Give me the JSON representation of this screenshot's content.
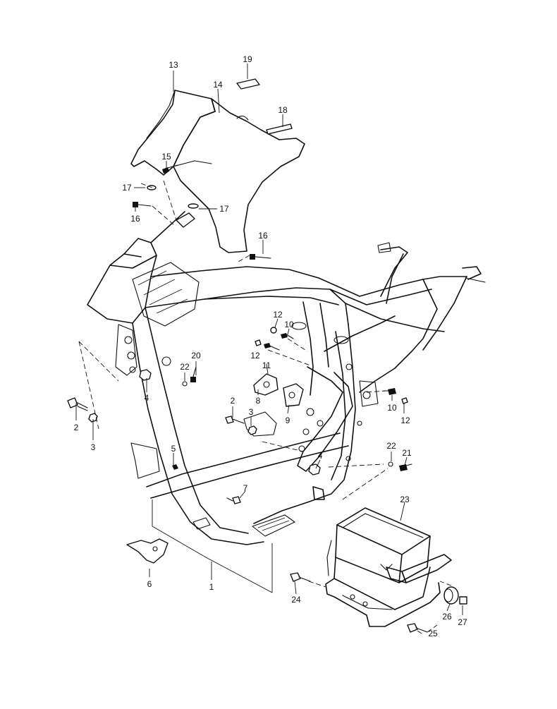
{
  "labels": [
    {
      "id": "1",
      "text": "1"
    },
    {
      "id": "2a",
      "text": "2"
    },
    {
      "id": "2b",
      "text": "2"
    },
    {
      "id": "3a",
      "text": "3"
    },
    {
      "id": "3b",
      "text": "3"
    },
    {
      "id": "4a",
      "text": "4"
    },
    {
      "id": "4b",
      "text": "4"
    },
    {
      "id": "5",
      "text": "5"
    },
    {
      "id": "6",
      "text": "6"
    },
    {
      "id": "7",
      "text": "7"
    },
    {
      "id": "8",
      "text": "8"
    },
    {
      "id": "9",
      "text": "9"
    },
    {
      "id": "10a",
      "text": "10"
    },
    {
      "id": "10b",
      "text": "10"
    },
    {
      "id": "11",
      "text": "11"
    },
    {
      "id": "12a",
      "text": "12"
    },
    {
      "id": "12b",
      "text": "12"
    },
    {
      "id": "12c",
      "text": "12"
    },
    {
      "id": "13",
      "text": "13"
    },
    {
      "id": "14",
      "text": "14"
    },
    {
      "id": "15",
      "text": "15"
    },
    {
      "id": "16a",
      "text": "16"
    },
    {
      "id": "16b",
      "text": "16"
    },
    {
      "id": "17a",
      "text": "17"
    },
    {
      "id": "17b",
      "text": "17"
    },
    {
      "id": "18",
      "text": "18"
    },
    {
      "id": "19",
      "text": "19"
    },
    {
      "id": "20",
      "text": "20"
    },
    {
      "id": "21",
      "text": "21"
    },
    {
      "id": "22a",
      "text": "22"
    },
    {
      "id": "22b",
      "text": "22"
    },
    {
      "id": "23",
      "text": "23"
    },
    {
      "id": "24",
      "text": "24"
    },
    {
      "id": "25",
      "text": "25"
    },
    {
      "id": "26",
      "text": "26"
    },
    {
      "id": "27",
      "text": "27"
    }
  ]
}
